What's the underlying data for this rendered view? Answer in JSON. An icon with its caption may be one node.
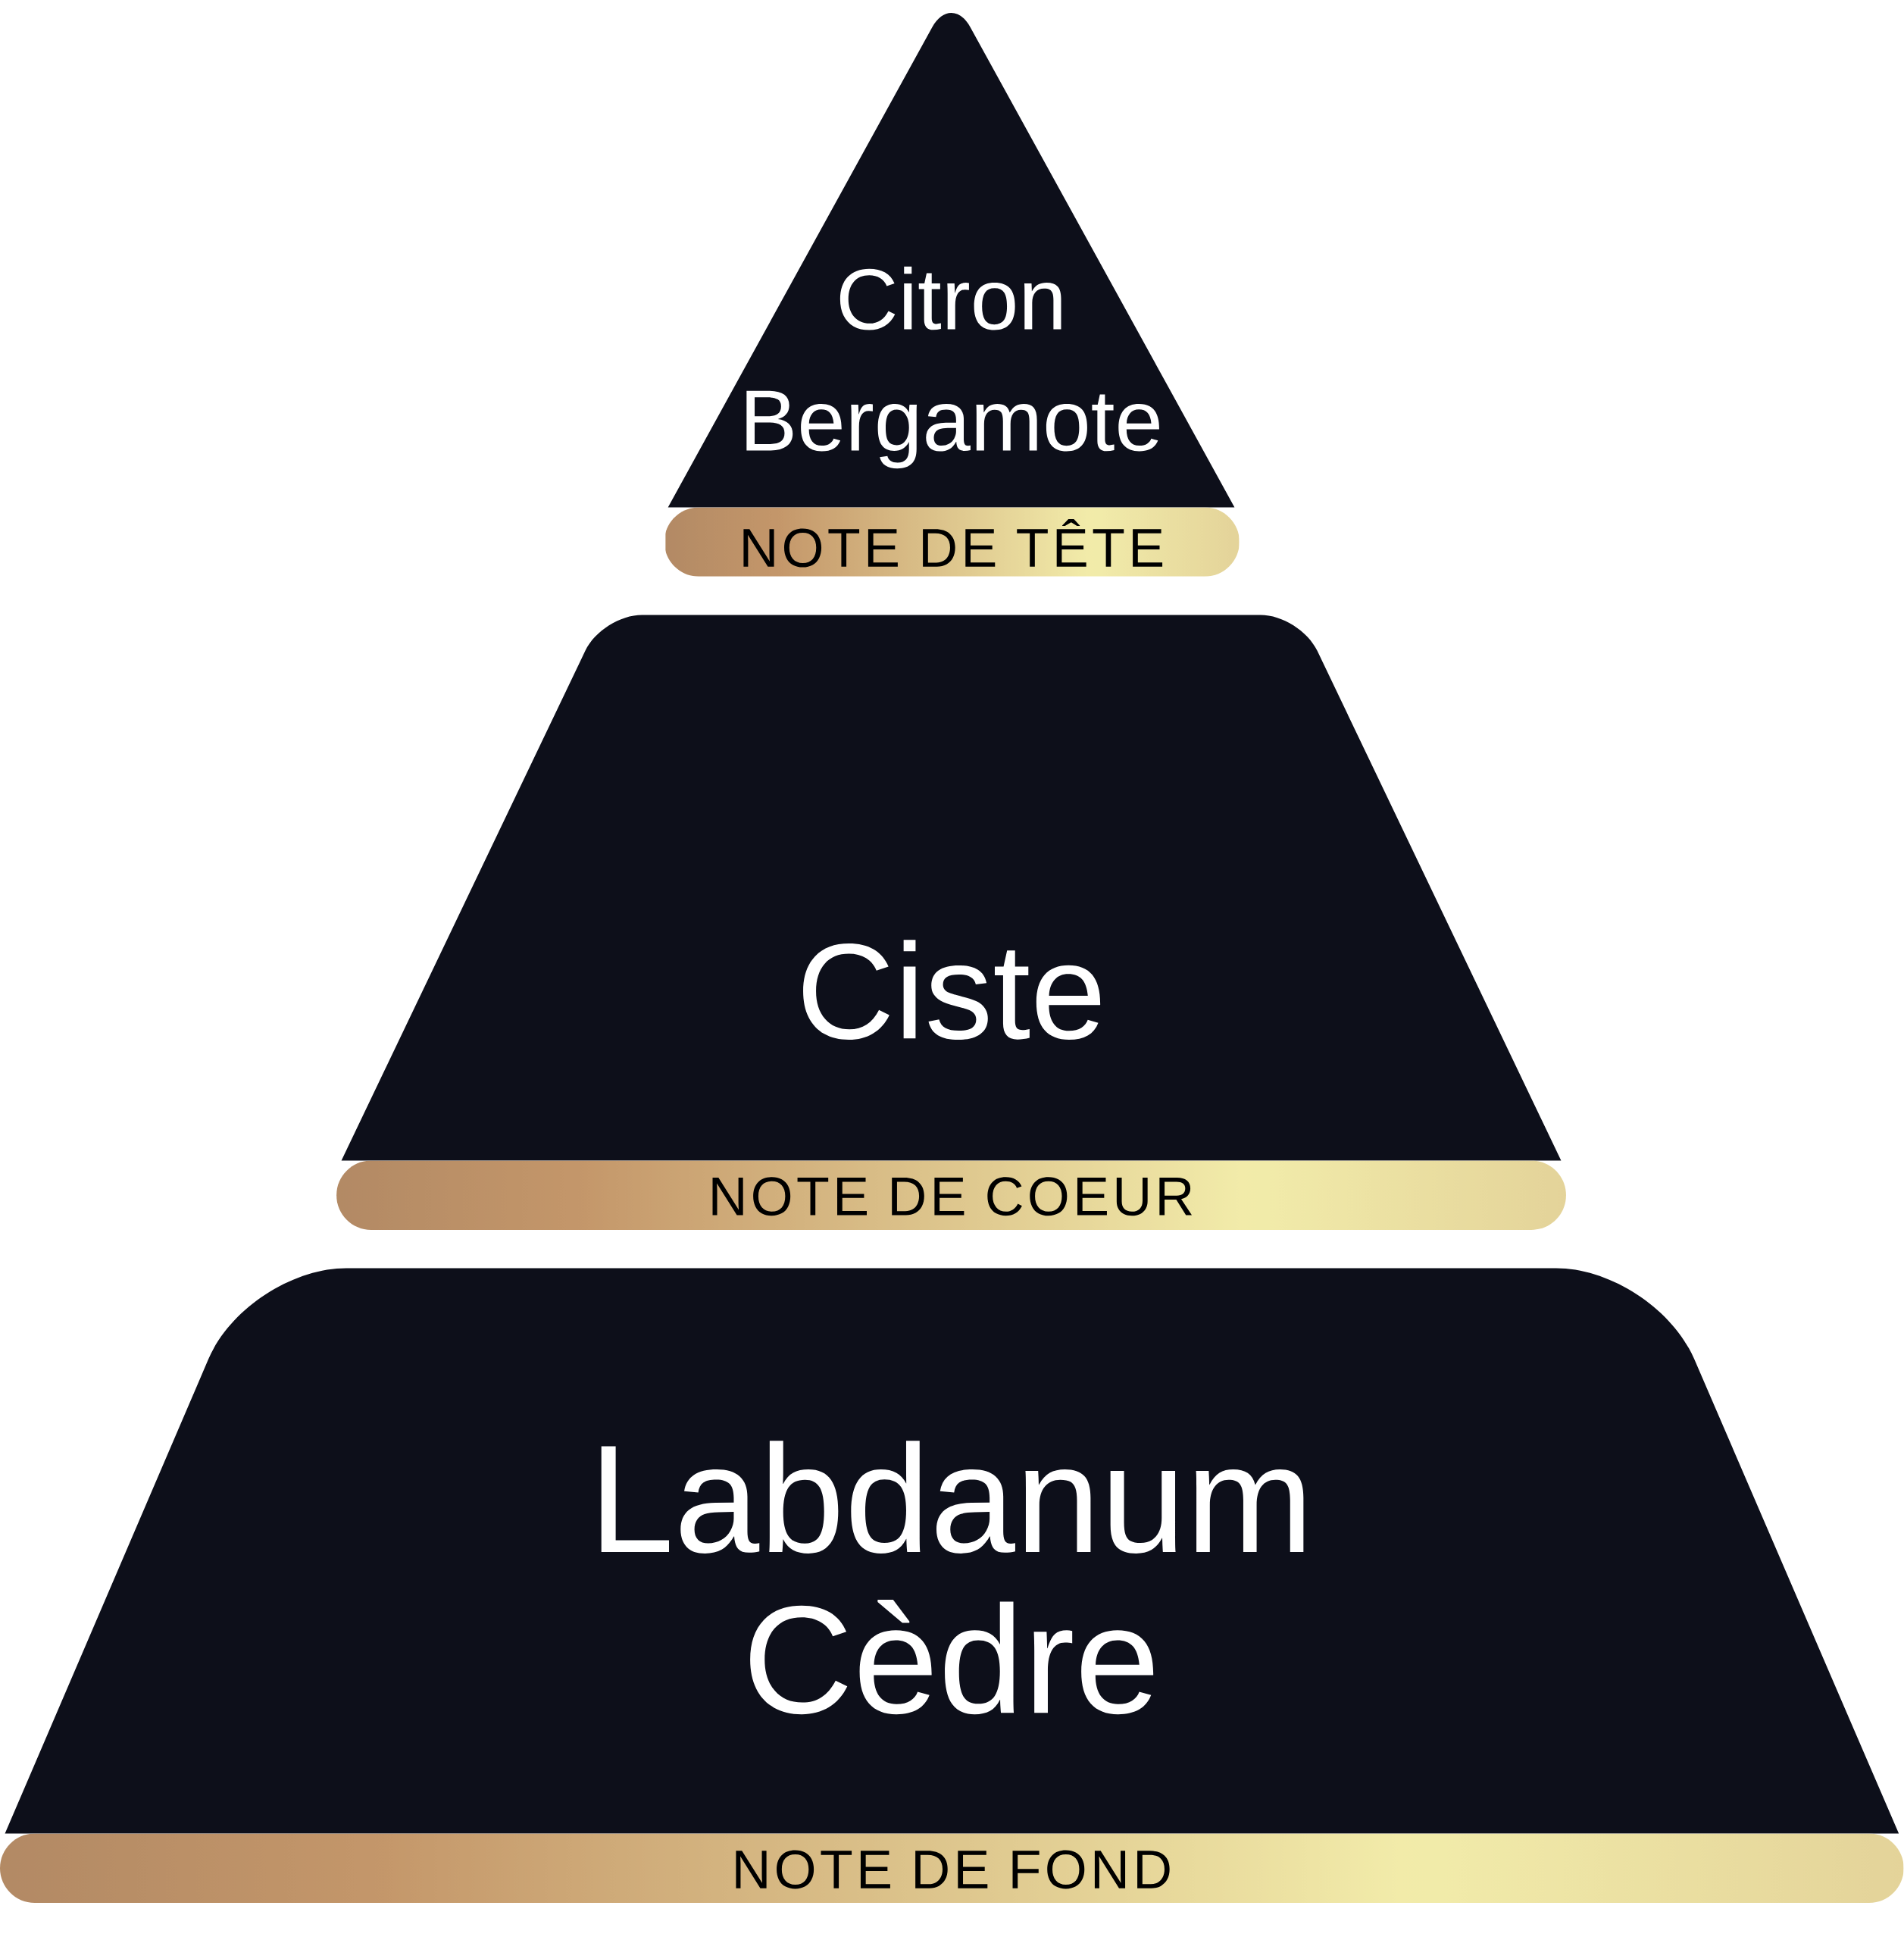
{
  "diagram": {
    "nodes": [
      {
        "text": [
          "Citron",
          "Bergamote"
        ]
      },
      {
        "text": [
          "NOTE DE TÊTE"
        ]
      },
      {
        "text": [
          "Ciste"
        ]
      },
      {
        "text": [
          "NOTE DE COEUR"
        ]
      },
      {
        "text": [
          "Labdanum",
          "Cèdre"
        ]
      },
      {
        "text": [
          "NOTE DE FOND"
        ]
      }
    ]
  }
}
